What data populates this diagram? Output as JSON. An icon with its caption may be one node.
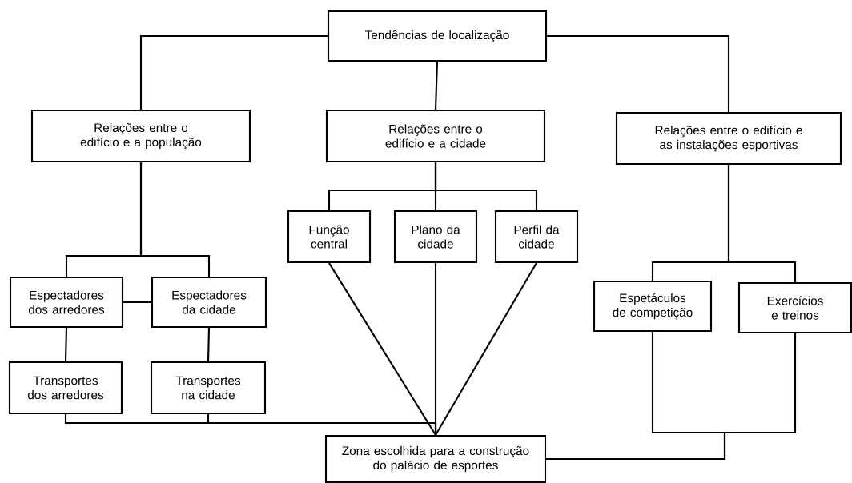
{
  "diagram": {
    "nodes": [
      {
        "text": [
          "Tendências de localização"
        ]
      },
      {
        "text": [
          "Relações entre o edifício e a população"
        ]
      },
      {
        "text": [
          "Relações entre o edifício e a cidade"
        ]
      },
      {
        "text": [
          "Relações entre o edifício e as instalações esportivas"
        ]
      },
      {
        "text": [
          "Função central"
        ]
      },
      {
        "text": [
          "Plano da cidade"
        ]
      },
      {
        "text": [
          "Perfil da cidade"
        ]
      },
      {
        "text": [
          "Espectadores dos arredores"
        ]
      },
      {
        "text": [
          "Espectadores da cidade"
        ]
      },
      {
        "text": [
          "Transportes dos arredores"
        ]
      },
      {
        "text": [
          "Transportes na cidade"
        ]
      },
      {
        "text": [
          "Espetáculos de competição"
        ]
      },
      {
        "text": [
          "Exercícios e treinos"
        ]
      },
      {
        "text": [
          "Zona escolhida para a construção do palácio de esportes"
        ]
      }
    ],
    "edges": [
      {
        "from": 0,
        "to": 1,
        "arrow": "none"
      },
      {
        "from": 0,
        "to": 2,
        "arrow": "none"
      },
      {
        "from": 0,
        "to": 3,
        "arrow": "none"
      },
      {
        "from": 1,
        "to": 7,
        "arrow": "none"
      },
      {
        "from": 1,
        "to": 8,
        "arrow": "none"
      },
      {
        "from": 2,
        "to": 4,
        "arrow": "none"
      },
      {
        "from": 2,
        "to": 5,
        "arrow": "none"
      },
      {
        "from": 2,
        "to": 6,
        "arrow": "none"
      },
      {
        "from": 7,
        "to": 8,
        "arrow": "none"
      },
      {
        "from": 7,
        "to": 9,
        "arrow": "none"
      },
      {
        "from": 8,
        "to": 10,
        "arrow": "none"
      },
      {
        "from": 9,
        "to": 13,
        "arrow": "none"
      },
      {
        "from": 10,
        "to": 13,
        "arrow": "none"
      },
      {
        "from": 4,
        "to": 13,
        "arrow": "none"
      },
      {
        "from": 5,
        "to": 13,
        "arrow": "none"
      },
      {
        "from": 6,
        "to": 13,
        "arrow": "none"
      },
      {
        "from": 3,
        "to": 11,
        "arrow": "none"
      },
      {
        "from": 3,
        "to": 12,
        "arrow": "none"
      },
      {
        "from": 11,
        "to": 13,
        "arrow": "none"
      },
      {
        "from": 12,
        "to": 13,
        "arrow": "none"
      }
    ]
  }
}
